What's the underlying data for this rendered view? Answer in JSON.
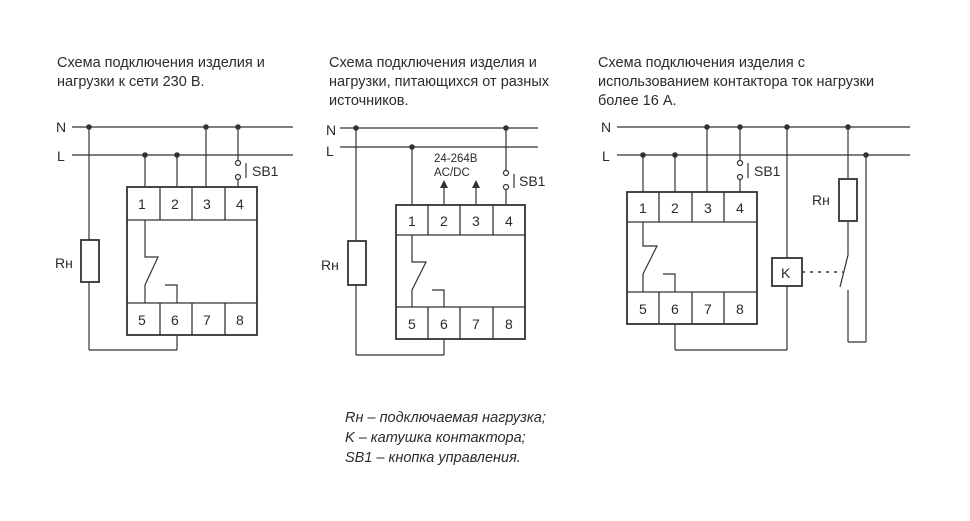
{
  "captions": {
    "scheme1": [
      "Схема подключения изделия и",
      "нагрузки к сети 230 В."
    ],
    "scheme2": [
      "Схема подключения изделия и",
      "нагрузки, питающихся от разных",
      "источников."
    ],
    "scheme3": [
      "Схема подключения изделия с",
      "использованием контактора ток нагрузки",
      "более 16 А."
    ]
  },
  "labels": {
    "neutral": "N",
    "line": "L",
    "button": "SB1",
    "load": "Rн",
    "coil": "K",
    "supply_voltage": "24-264В",
    "supply_type": "AC/DC"
  },
  "terminals": {
    "top": [
      "1",
      "2",
      "3",
      "4"
    ],
    "bottom": [
      "5",
      "6",
      "7",
      "8"
    ]
  },
  "legend": [
    "Rн – подключаемая нагрузка;",
    "K – катушка контактора;",
    "SB1 – кнопка управления."
  ]
}
